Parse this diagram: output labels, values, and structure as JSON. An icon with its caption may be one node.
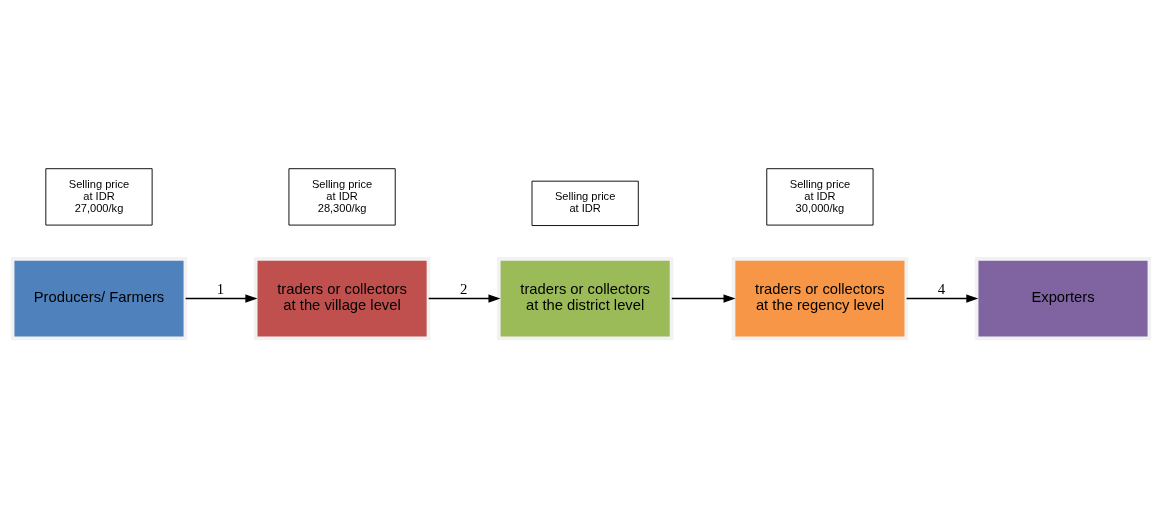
{
  "diagram": {
    "nodes": [
      {
        "text": [
          "Producers/ Farmers"
        ]
      },
      {
        "text": [
          "Selling price at IDR 27,000/kg"
        ]
      },
      {
        "text": [
          "traders or collectors at the village level"
        ]
      },
      {
        "text": [
          "traders or collectors at the district level"
        ]
      },
      {
        "text": [
          "Selling price at IDR 28,300/kg"
        ]
      },
      {
        "text": [
          "Selling price at IDR"
        ]
      },
      {
        "text": [
          "traders or collectors at the regency level"
        ]
      },
      {
        "text": [
          "Selling price at IDR 30,000/kg"
        ]
      },
      {
        "text": [
          "Exporters"
        ]
      }
    ],
    "edges": [
      {
        "from": 0,
        "to": 2,
        "arrow": "to",
        "label": "1"
      },
      {
        "from": 2,
        "to": 3,
        "arrow": "to",
        "label": "2"
      },
      {
        "from": 3,
        "to": 6,
        "arrow": "to"
      },
      {
        "from": 6,
        "to": 8,
        "arrow": "to",
        "label": "4"
      }
    ]
  }
}
